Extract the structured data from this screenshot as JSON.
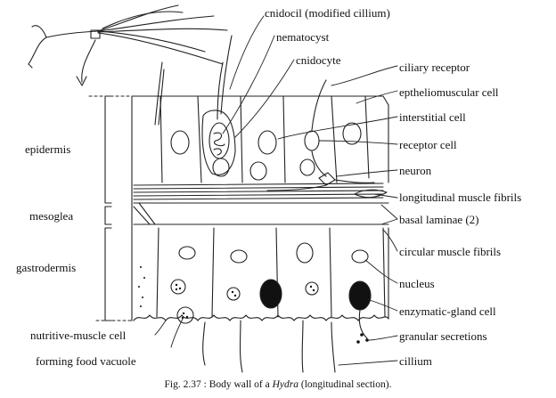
{
  "labels": {
    "cnidocil": "cnidocil (modified cillium)",
    "nematocyst": "nematocyst",
    "cnidocyte": "cnidocyte",
    "ciliary_receptor": "ciliary receptor",
    "epitheliomuscular": "eptheliomuscular cell",
    "interstitial": "interstitial cell",
    "receptor": "receptor cell",
    "neuron": "neuron",
    "longitudinal": "longitudinal muscle fibrils",
    "basal": "basal laminae (2)",
    "circular": "circular muscle fibrils",
    "nucleus": "nucleus",
    "enzymatic": "enzymatic-gland cell",
    "granular": "granular secretions",
    "cillium": "cillium",
    "epidermis": "epidermis",
    "mesoglea": "mesoglea",
    "gastrodermis": "gastrodermis",
    "nutritive": "nutritive-muscle cell",
    "food_vacuole": "forming food vacuole"
  },
  "caption": {
    "prefix": "Fig. 2.37 : Body wall of a ",
    "italic": "Hydra",
    "suffix": " (longitudinal section)."
  }
}
